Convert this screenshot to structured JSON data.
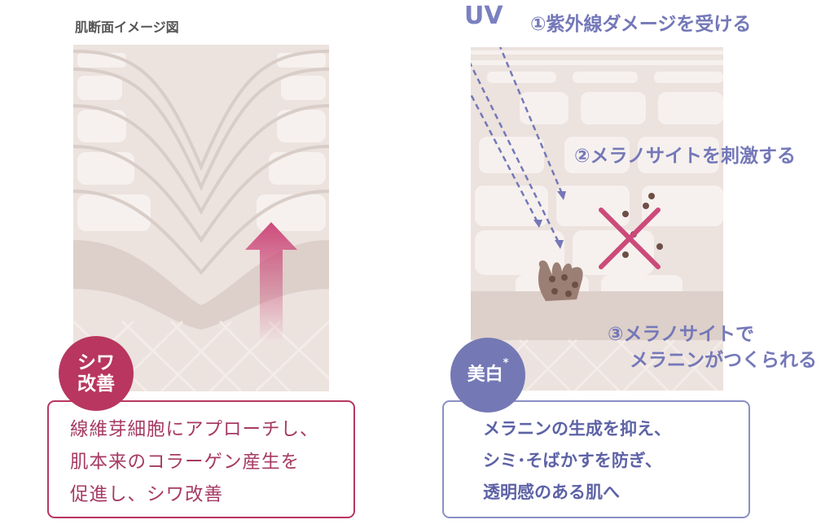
{
  "title": "肌断面イメージ図",
  "left": {
    "badge": [
      "シワ",
      "改善"
    ],
    "description": [
      "線維芽細胞にアプローチし、",
      "肌本来のコラーゲン産生を",
      "促進し、シワ改善"
    ],
    "accent": "#b8365f"
  },
  "right": {
    "uv_label": "UV",
    "steps": [
      "①紫外線ダメージを受ける",
      "②メラノサイトを刺激する",
      "③メラノサイトで",
      "メラニンがつくられる"
    ],
    "badge": "美白",
    "badge_mark": "*",
    "description": [
      "メラニンの生成を抑え、",
      "シミ･そばかすを防ぎ、",
      "透明感のある肌へ"
    ],
    "accent": "#7479b5"
  }
}
